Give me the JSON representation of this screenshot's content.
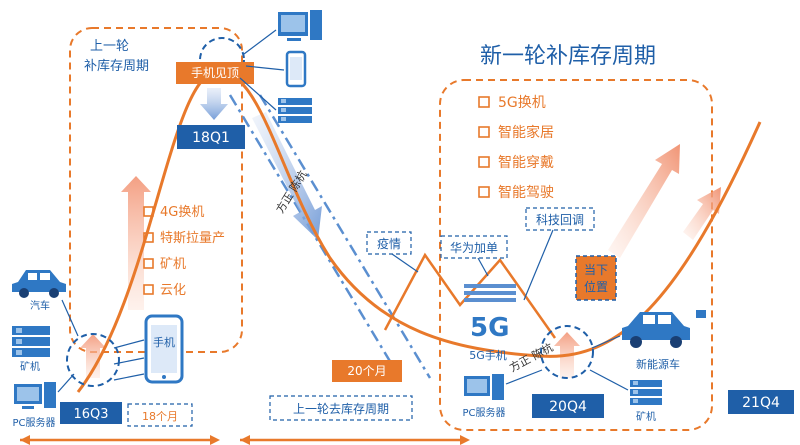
{
  "prev_cycle": {
    "label_line1": "上一轮",
    "label_line2": "补库存周期"
  },
  "new_cycle": {
    "title": "新一轮补库存周期"
  },
  "peak": {
    "badge": "手机见顶",
    "time": "18Q1"
  },
  "start": {
    "time": "16Q3",
    "duration": "18个月"
  },
  "trough": {
    "time": "20Q4"
  },
  "end": {
    "time": "21Q4"
  },
  "destock": {
    "duration": "20个月",
    "label": "上一轮去库存周期"
  },
  "drivers_prev": [
    "4G换机",
    "特斯拉量产",
    "矿机",
    "云化"
  ],
  "drivers_new": [
    "5G换机",
    "智能家居",
    "智能穿戴",
    "智能驾驶"
  ],
  "events": {
    "epidemic": "疫情",
    "huawei": "华为加单",
    "tech": "科技回调",
    "current_line1": "当下",
    "current_line2": "位置"
  },
  "trend_labels": {
    "down": "方正 陈杭",
    "up": "方正 陈杭"
  },
  "devices_left": {
    "car": "汽车",
    "miner": "矿机",
    "pc": "PC服务器",
    "phone": "手机"
  },
  "devices_right": {
    "phone_5g_big": "5G",
    "phone_5g": "5G手机",
    "pc": "PC服务器",
    "ev": "新能源车",
    "miner": "矿机"
  },
  "colors": {
    "orange": "#e8792b",
    "blue": "#1f5fa8",
    "light_blue": "#5b8fd0"
  }
}
